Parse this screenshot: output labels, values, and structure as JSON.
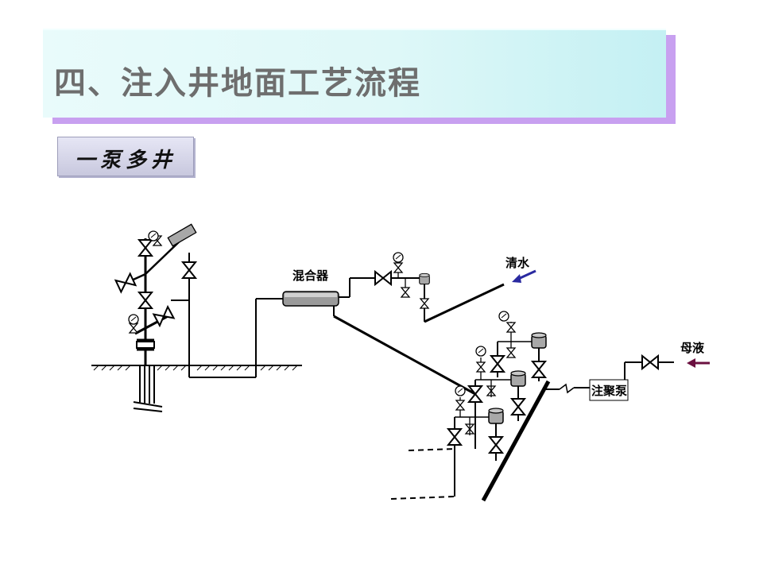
{
  "slide": {
    "title": "四、注入井地面工艺流程",
    "subtitle": "一泵多井"
  },
  "diagram": {
    "labels": {
      "mixer": "混合器",
      "clear_water": "清水",
      "mother_liquor": "母液",
      "injection_pump": "注聚泵"
    }
  },
  "colors": {
    "title_bar": "#dff8f8",
    "title_shadow": "#c8a0f0",
    "clear_water_arrow": "#2a2aa0",
    "mother_liquor_arrow": "#6b1040"
  }
}
